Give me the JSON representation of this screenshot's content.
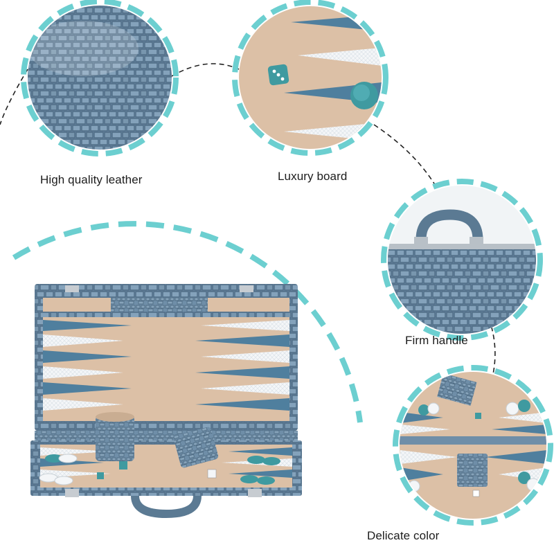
{
  "captions": {
    "leather": "High quality leather",
    "board": "Luxury board",
    "handle": "Firm handle",
    "color": "Delicate color"
  },
  "colors": {
    "accent_dash": "#6ccfd0",
    "leather_blue": "#6f8ea8",
    "leather_dark": "#4f6c85",
    "felt_beige": "#dcc0a6",
    "triangle_blue": "#4f7f9e",
    "triangle_white": "#f4f6f8",
    "dice_teal": "#3f9aa0",
    "connector": "#222222"
  }
}
